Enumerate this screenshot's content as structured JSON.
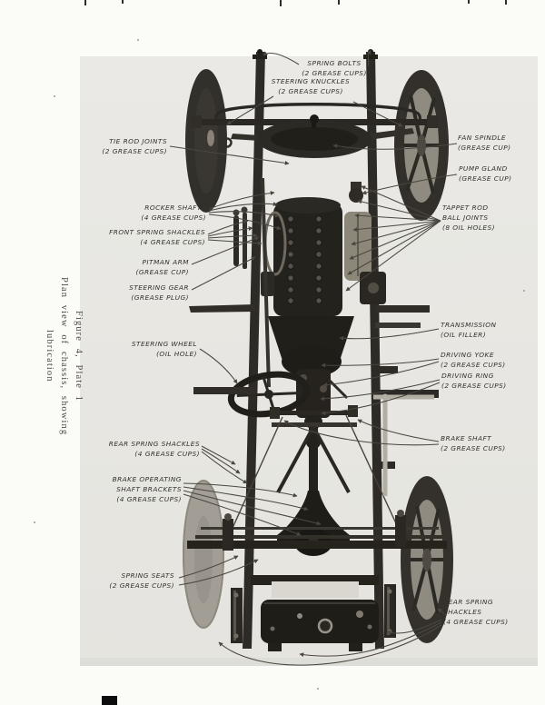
{
  "caption": {
    "line1": "Figure 4, Plate 1",
    "line2": "Plan view of chassis, showing lubrication"
  },
  "labels": {
    "spring_bolts": {
      "line1": "SPRING BOLTS",
      "line2": "(2 GREASE CUPS)"
    },
    "steering_knuckles": {
      "line1": "STEERING KNUCKLES",
      "line2": "(2 GREASE CUPS)"
    },
    "tie_rod_joints": {
      "line1": "TIE ROD JOINTS",
      "line2": "(2 GREASE CUPS)"
    },
    "fan_spindle": {
      "line1": "FAN SPINDLE",
      "line2": "(GREASE CUP)"
    },
    "pump_gland": {
      "line1": "PUMP GLAND",
      "line2": "(GREASE CUP)"
    },
    "rocker_shafts": {
      "line1": "ROCKER SHAFTS",
      "line2": "(4 GREASE CUPS)"
    },
    "tappet_rod_ball_joints": {
      "line1": "TAPPET ROD",
      "line2": "BALL JOINTS",
      "line3": "(8 OIL HOLES)"
    },
    "front_spring_shackles": {
      "line1": "FRONT SPRING SHACKLES",
      "line2": "(4 GREASE CUPS)"
    },
    "pitman_arm": {
      "line1": "PITMAN ARM",
      "line2": "(GREASE CUP)"
    },
    "steering_gear": {
      "line1": "STEERING GEAR",
      "line2": "(GREASE PLUG)"
    },
    "steering_wheel": {
      "line1": "STEERING WHEEL",
      "line2": "(OIL HOLE)"
    },
    "transmission": {
      "line1": "TRANSMISSION",
      "line2": "(OIL FILLER)"
    },
    "driving_yoke": {
      "line1": "DRIVING YOKE",
      "line2": "(2 GREASE CUPS)"
    },
    "driving_ring": {
      "line1": "DRIVING RING",
      "line2": "(2 GREASE CUPS)"
    },
    "brake_shaft": {
      "line1": "BRAKE SHAFT",
      "line2": "(2 GREASE CUPS)"
    },
    "rear_spring_shackles_left": {
      "line1": "REAR SPRING SHACKLES",
      "line2": "(4 GREASE CUPS)"
    },
    "brake_operating_shaft_brackets": {
      "line1": "BRAKE OPERATING",
      "line2": "SHAFT BRACKETS",
      "line3": "(4 GREASE CUPS)"
    },
    "spring_seats": {
      "line1": "SPRING SEATS",
      "line2": "(2 GREASE CUPS)"
    },
    "rear_spring_shackles_bottom": {
      "line1": "REAR SPRING",
      "line2": "SHACKLES",
      "line3": "(4 GREASE CUPS)"
    }
  },
  "colors": {
    "page_background": "#fbfbf8",
    "plate_background": "#e8e7e3",
    "ink": "#33312c",
    "photo_dark": "#211f1a"
  }
}
